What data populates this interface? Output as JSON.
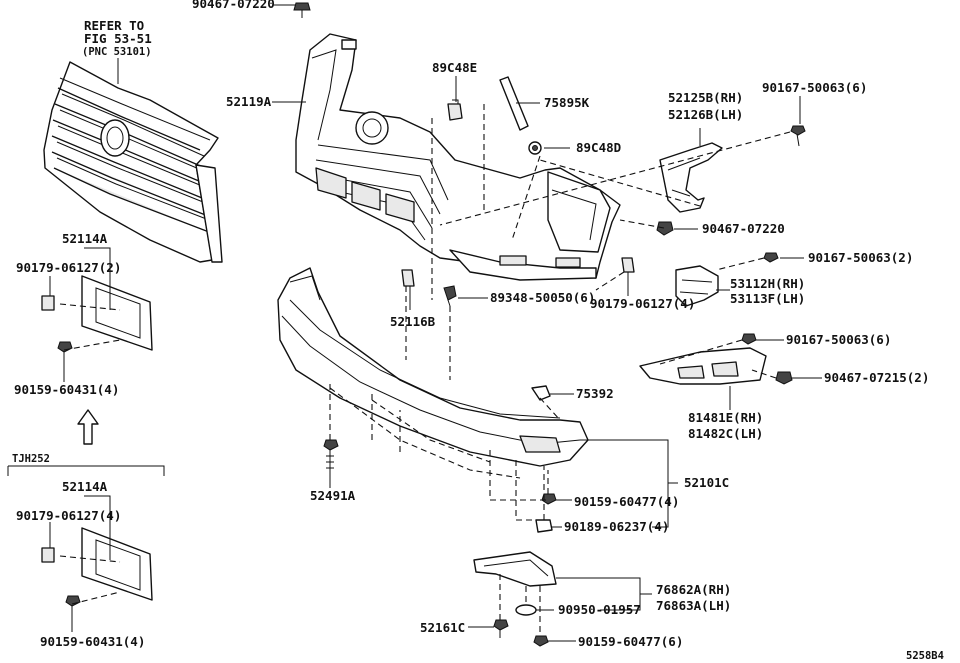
{
  "labels": {
    "refer_line1": "REFER TO",
    "refer_line2": "FIG 53-51",
    "refer_line3": "(PNC 53101)",
    "p_90467_07220_top": "90467-07220",
    "p_52119A": "52119A",
    "p_89C48E": "89C48E",
    "p_75895K": "75895K",
    "p_52125B": "52125B(RH)",
    "p_52126B": "52126B(LH)",
    "p_90167_50063_6a": "90167-50063(6)",
    "p_89C48D": "89C48D",
    "p_90467_07220_mid": "90467-07220",
    "p_90167_50063_2": "90167-50063(2)",
    "p_53112H": "53112H(RH)",
    "p_53113F": "53113F(LH)",
    "p_52114A_top": "52114A",
    "p_90179_06127_2": "90179-06127(2)",
    "p_90159_60431_4_top": "90159-60431(4)",
    "p_52116B": "52116B",
    "p_89348_50050": "89348-50050(6)",
    "p_90179_06127_4_mid": "90179-06127(4)",
    "p_90167_50063_6b": "90167-50063(6)",
    "p_90467_07215": "90467-07215(2)",
    "p_75392": "75392",
    "p_81481E": "81481E(RH)",
    "p_81482C": "81482C(LH)",
    "p_52101C": "52101C",
    "p_52491A": "52491A",
    "p_90159_60477_4": "90159-60477(4)",
    "p_90189_06237": "90189-06237(4)",
    "variant": "TJH252",
    "p_52114A_bot": "52114A",
    "p_90179_06127_4_bot": "90179-06127(4)",
    "p_90159_60431_4_bot": "90159-60431(4)",
    "p_76862A": "76862A(RH)",
    "p_76863A": "76863A(LH)",
    "p_90950_01957": "90950-01957",
    "p_52161C": "52161C",
    "p_90159_60477_6": "90159-60477(6)",
    "figure_code": "5258B4"
  }
}
